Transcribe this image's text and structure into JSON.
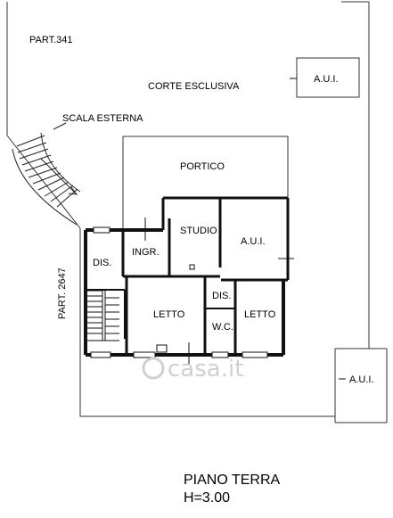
{
  "labels": {
    "part_341": "PART.341",
    "corte_esclusiva": "CORTE ESCLUSIVA",
    "aui_top": "A.U.I.",
    "scala_esterna": "SCALA ESTERNA",
    "portico": "PORTICO",
    "studio": "STUDIO",
    "aui_mid": "A.U.I.",
    "ingr": "INGR.",
    "dis_left": "DIS.",
    "part_2647": "PART. 2647",
    "dis_center": "DIS.",
    "letto_main": "LETTO",
    "wc": "W.C.",
    "letto_right": "LETTO",
    "aui_bottom": "A.U.I.",
    "watermark": "casa.it"
  },
  "footer": {
    "floor": "PIANO TERRA",
    "height": "H=3.00"
  }
}
